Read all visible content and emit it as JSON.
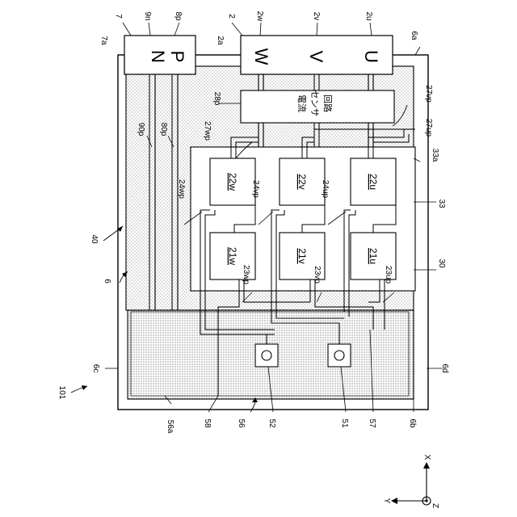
{
  "figure": {
    "refs": {
      "r7": "7",
      "r9n": "9n",
      "r8p": "8p",
      "r2": "2",
      "r2w": "2w",
      "r2v": "2v",
      "r2u": "2u",
      "r7a": "7a",
      "r2a": "2a",
      "r6a": "6a",
      "r28p": "28p",
      "r27vp": "27vp",
      "r27up": "27up",
      "r27wp": "27wp",
      "r90p": "90p",
      "r80p": "80p",
      "r33a": "33a",
      "r33": "33",
      "r40": "40",
      "r6": "6",
      "r30": "30",
      "r24wp": "24wp",
      "r24vp": "24vp",
      "r24up": "24up",
      "r23wp": "23wp",
      "r23vp": "23vp",
      "r23up": "23up",
      "r6c": "6c",
      "r6d": "6d",
      "r101": "101",
      "r56a": "56a",
      "r58": "58",
      "r56": "56",
      "r52": "52",
      "r51": "51",
      "r57": "57",
      "r6b": "6b"
    },
    "terminals": {
      "N": "N",
      "P": "P",
      "W": "W",
      "V": "V",
      "U": "U"
    },
    "sensor_label": [
      "電流",
      "センサ",
      "回路"
    ],
    "chips": {
      "c22w": "22w",
      "c22v": "22v",
      "c22u": "22u",
      "c21w": "21w",
      "c21v": "21v",
      "c21u": "21u"
    },
    "axes": {
      "x": "X",
      "y": "Y",
      "z": "Z"
    }
  }
}
